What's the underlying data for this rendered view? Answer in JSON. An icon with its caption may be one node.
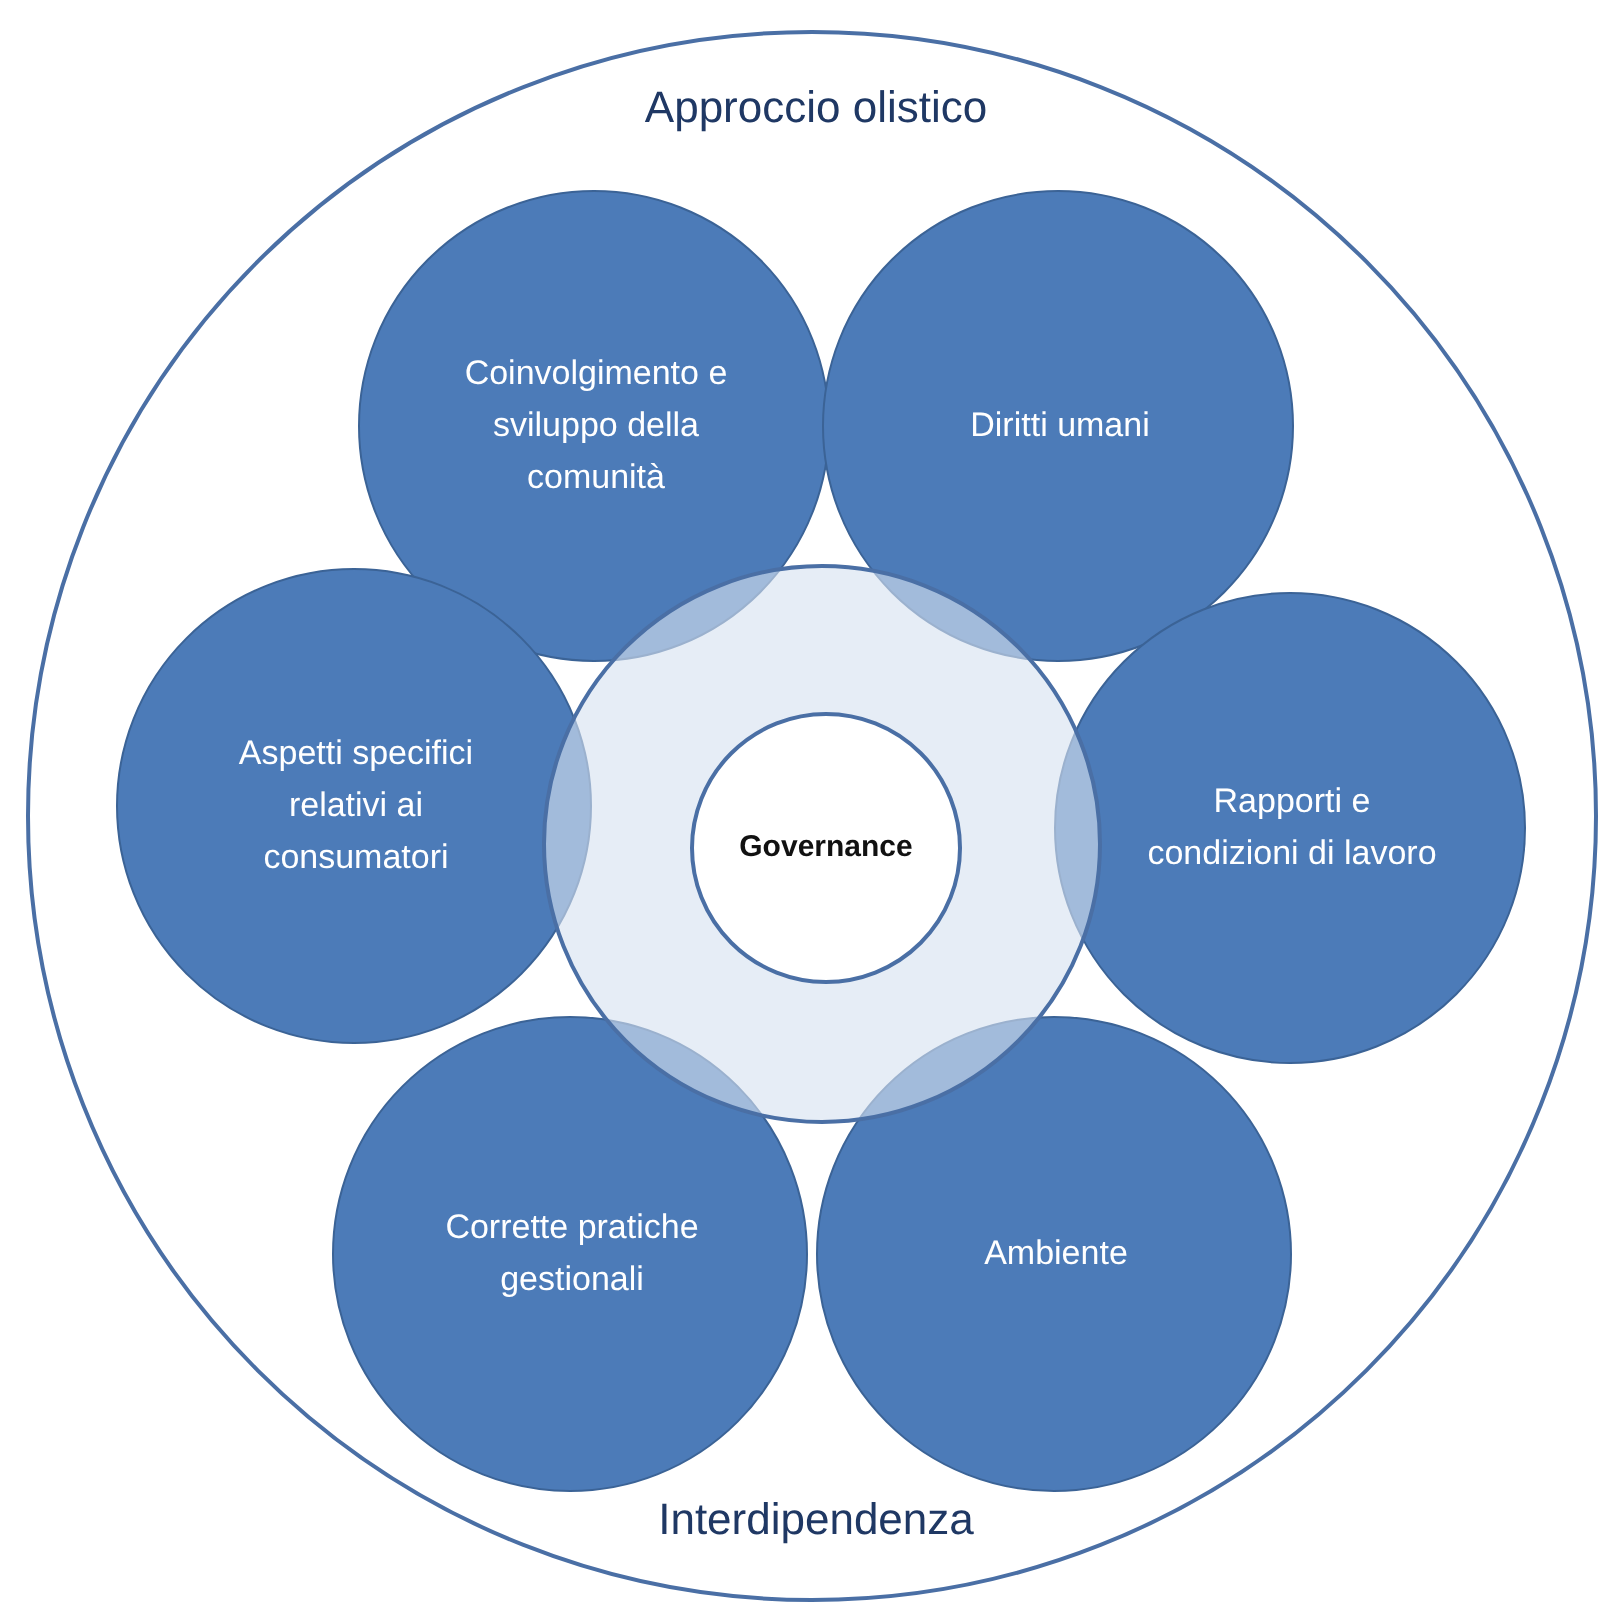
{
  "diagram": {
    "nodes": [
      {
        "text": [
          "Approccio olistico",
          "Interdipendenza"
        ]
      },
      {
        "text": [
          "Coinvolgimento e sviluppo della comunità"
        ],
        "in": 0
      },
      {
        "text": [
          "Diritti umani"
        ],
        "in": 0
      },
      {
        "text": [
          "Aspetti specifici relativi ai consumatori"
        ],
        "in": 0
      },
      {
        "text": [
          "Rapporti e condizioni di lavoro"
        ],
        "in": 0
      },
      {
        "text": [
          "Corrette pratiche gestionali"
        ],
        "in": 0
      },
      {
        "text": [
          "Ambiente"
        ],
        "in": 0
      },
      {
        "text": [],
        "shape": "circle",
        "in": 0
      },
      {
        "text": [
          "Governance"
        ],
        "in": 7
      }
    ]
  }
}
